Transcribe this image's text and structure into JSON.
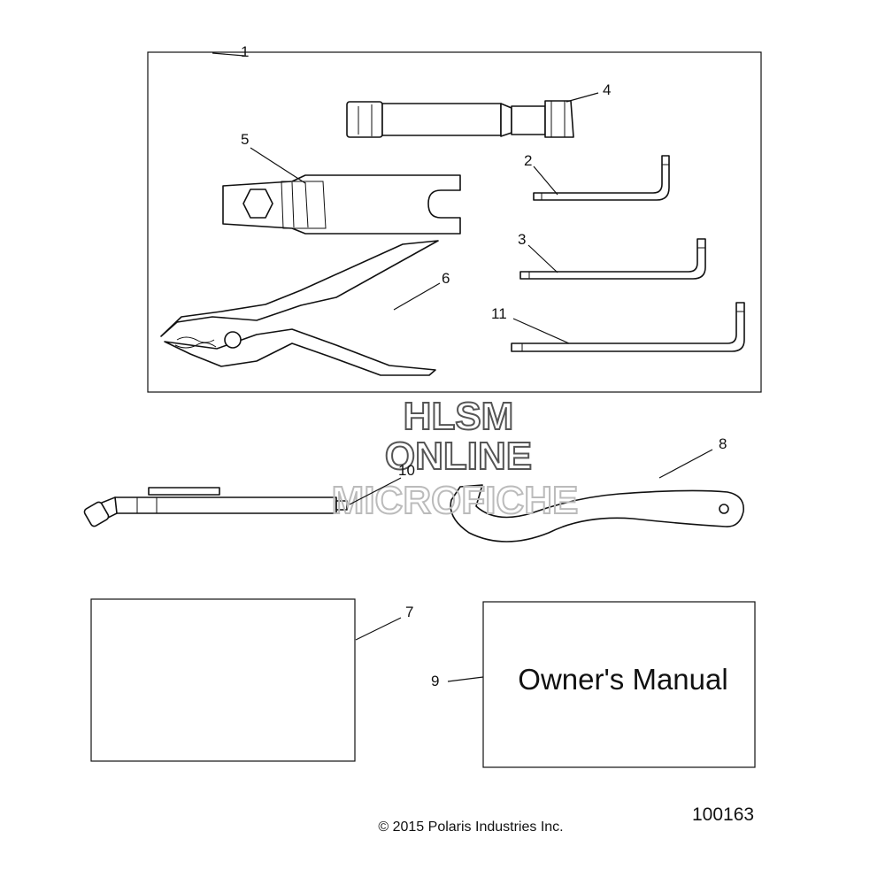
{
  "callouts": {
    "c1": "1",
    "c2": "2",
    "c3": "3",
    "c4": "4",
    "c5": "5",
    "c6": "6",
    "c7": "7",
    "c8": "8",
    "c9": "9",
    "c10": "10",
    "c11": "11"
  },
  "manual_label": "Owner's Manual",
  "watermark": {
    "line1": "HLSM",
    "line2": "ONLINE",
    "line3": "MICROFICHE"
  },
  "copyright": "© 2015 Polaris Industries Inc.",
  "figure_number": "100163",
  "colors": {
    "line": "#111111",
    "watermark_dark": "#555555",
    "watermark_light": "#bbbbbb",
    "background": "#ffffff"
  }
}
